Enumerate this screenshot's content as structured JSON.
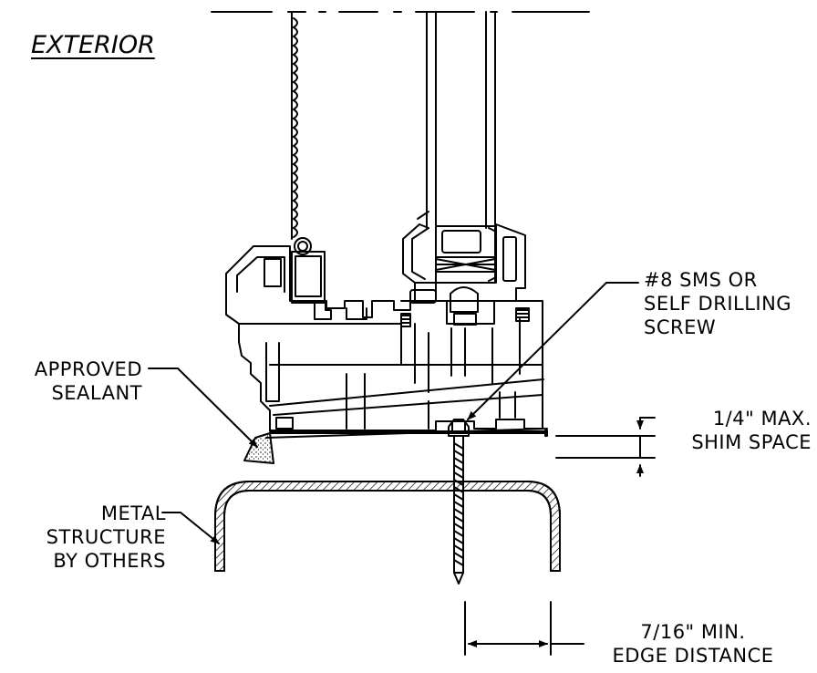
{
  "title": "EXTERIOR",
  "labels": {
    "screw": [
      "#8 SMS OR",
      "SELF DRILLING",
      "SCREW"
    ],
    "sealant": [
      "APPROVED",
      "SEALANT"
    ],
    "structure": [
      "METAL",
      "STRUCTURE",
      "BY OTHERS"
    ],
    "shim": [
      "1/4\" MAX.",
      "SHIM SPACE"
    ],
    "edge": [
      "7/16\" MIN.",
      "EDGE DISTANCE"
    ]
  },
  "colors": {
    "line": "#000000",
    "background": "#ffffff"
  }
}
